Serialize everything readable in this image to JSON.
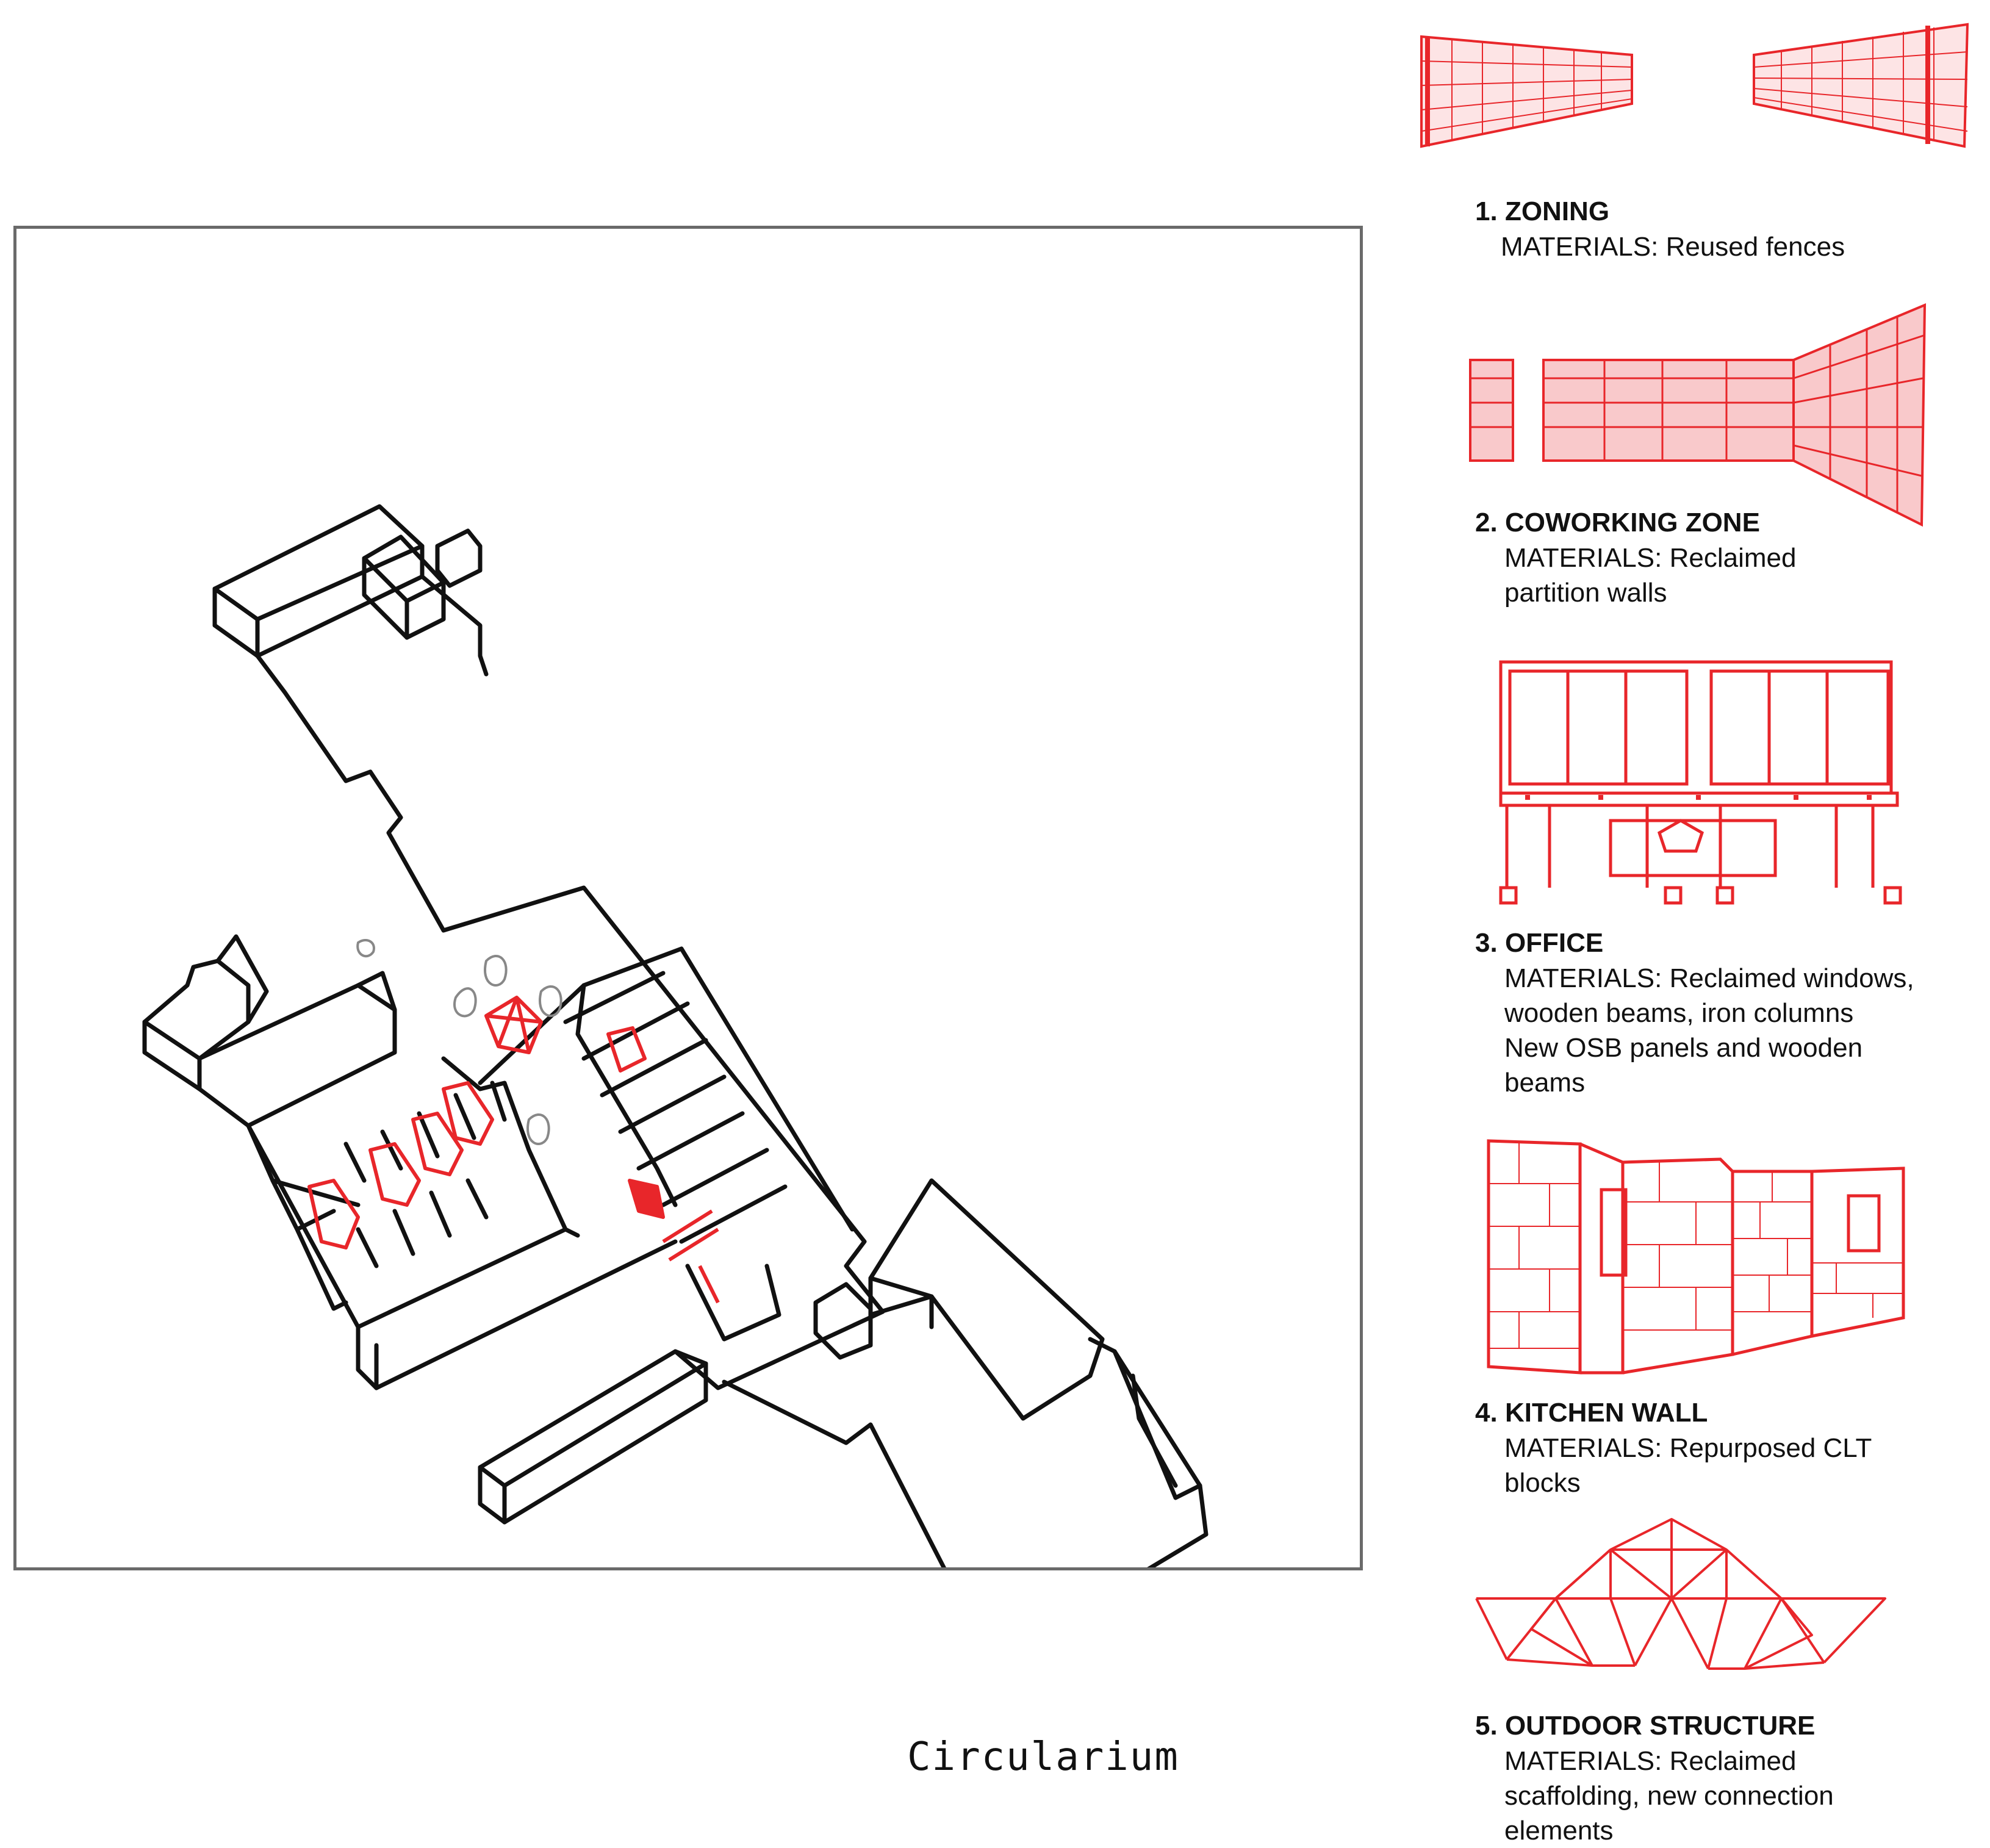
{
  "caption": "Circularium",
  "legend": [
    {
      "number": "1.",
      "title": "ZONING",
      "materials": [
        "MATERIALS: Reused fences"
      ]
    },
    {
      "number": "2.",
      "title": "COWORKING ZONE",
      "materials": [
        "MATERIALS: Reclaimed",
        "partition walls"
      ]
    },
    {
      "number": "3.",
      "title": "OFFICE",
      "materials": [
        "MATERIALS: Reclaimed windows,",
        "wooden beams, iron columns",
        "New OSB panels and wooden",
        "beams"
      ]
    },
    {
      "number": "4.",
      "title": "KITCHEN  WALL",
      "materials": [
        "MATERIALS: Repurposed  CLT",
        "blocks"
      ]
    },
    {
      "number": "5.",
      "title": "OUTDOOR STRUCTURE",
      "materials": [
        "MATERIALS: Reclaimed",
        "scaffolding, new connection",
        "elements"
      ]
    }
  ],
  "colors": {
    "sketch_red": "#e8262a",
    "ink": "#111111",
    "frame": "#6a6a6a",
    "fill_pink": "#f9c9cb"
  }
}
